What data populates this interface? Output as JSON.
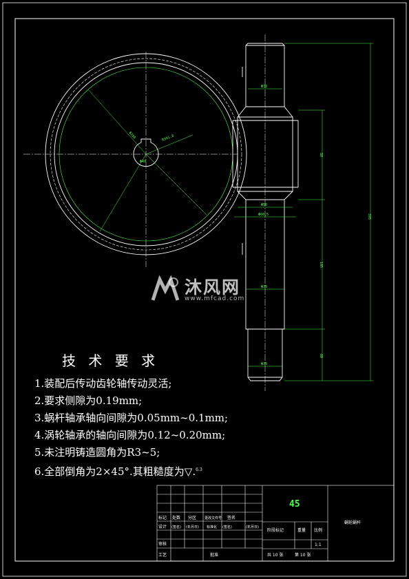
{
  "notes": {
    "title": "技 术 要 求",
    "lines": [
      "1.装配后传动齿轮轴传动灵活;",
      "2.要求侧隙为0.19mm;",
      "3.蜗杆轴承轴向间隙为0.05mm~0.1mm;",
      "4.涡轮轴承的轴向间隙为0.12~0.20mm;",
      "5.未注明铸造圆角为R3~5;",
      "6.全部倒角为2×45°.其粗糙度为▽."
    ],
    "roughness_value": "6.3"
  },
  "title_block": {
    "material": "45",
    "part_name": "蜗轮蜗杆",
    "scale": "1:1",
    "sheet_total": "共 10 张",
    "sheet_no": "第 10 张",
    "row_labels": [
      "标记",
      "处数",
      "分区",
      "更改文件号",
      "签名"
    ],
    "row2_labels": [
      "设计",
      "(签名)",
      "(年月日)",
      "标准化",
      "(签名)",
      "(年月日)"
    ],
    "stage_label": "阶段标记",
    "weight_label": "重量",
    "scale_label": "比例",
    "review_label": "审核",
    "process_label": "工艺",
    "approve_label": "批准"
  },
  "dimensions": {
    "shaft_top": "Φ38",
    "shaft_mid": "Φ50",
    "shaft_mid2": "Φ60.5",
    "shaft_lower": "Φ38",
    "shaft_bottom": "Φ38",
    "len_total": "395",
    "len_a": "80",
    "len_b": "185",
    "len_c": "80",
    "wheel_r": "R301.8",
    "wheel_d": "Φ280",
    "bore": "Φ40"
  },
  "watermark": {
    "brand": "沐风网",
    "url": "www.mfcad.com"
  },
  "colors": {
    "background": "#000000",
    "lines": "#ffffff",
    "dimension": "#4cff4c"
  }
}
